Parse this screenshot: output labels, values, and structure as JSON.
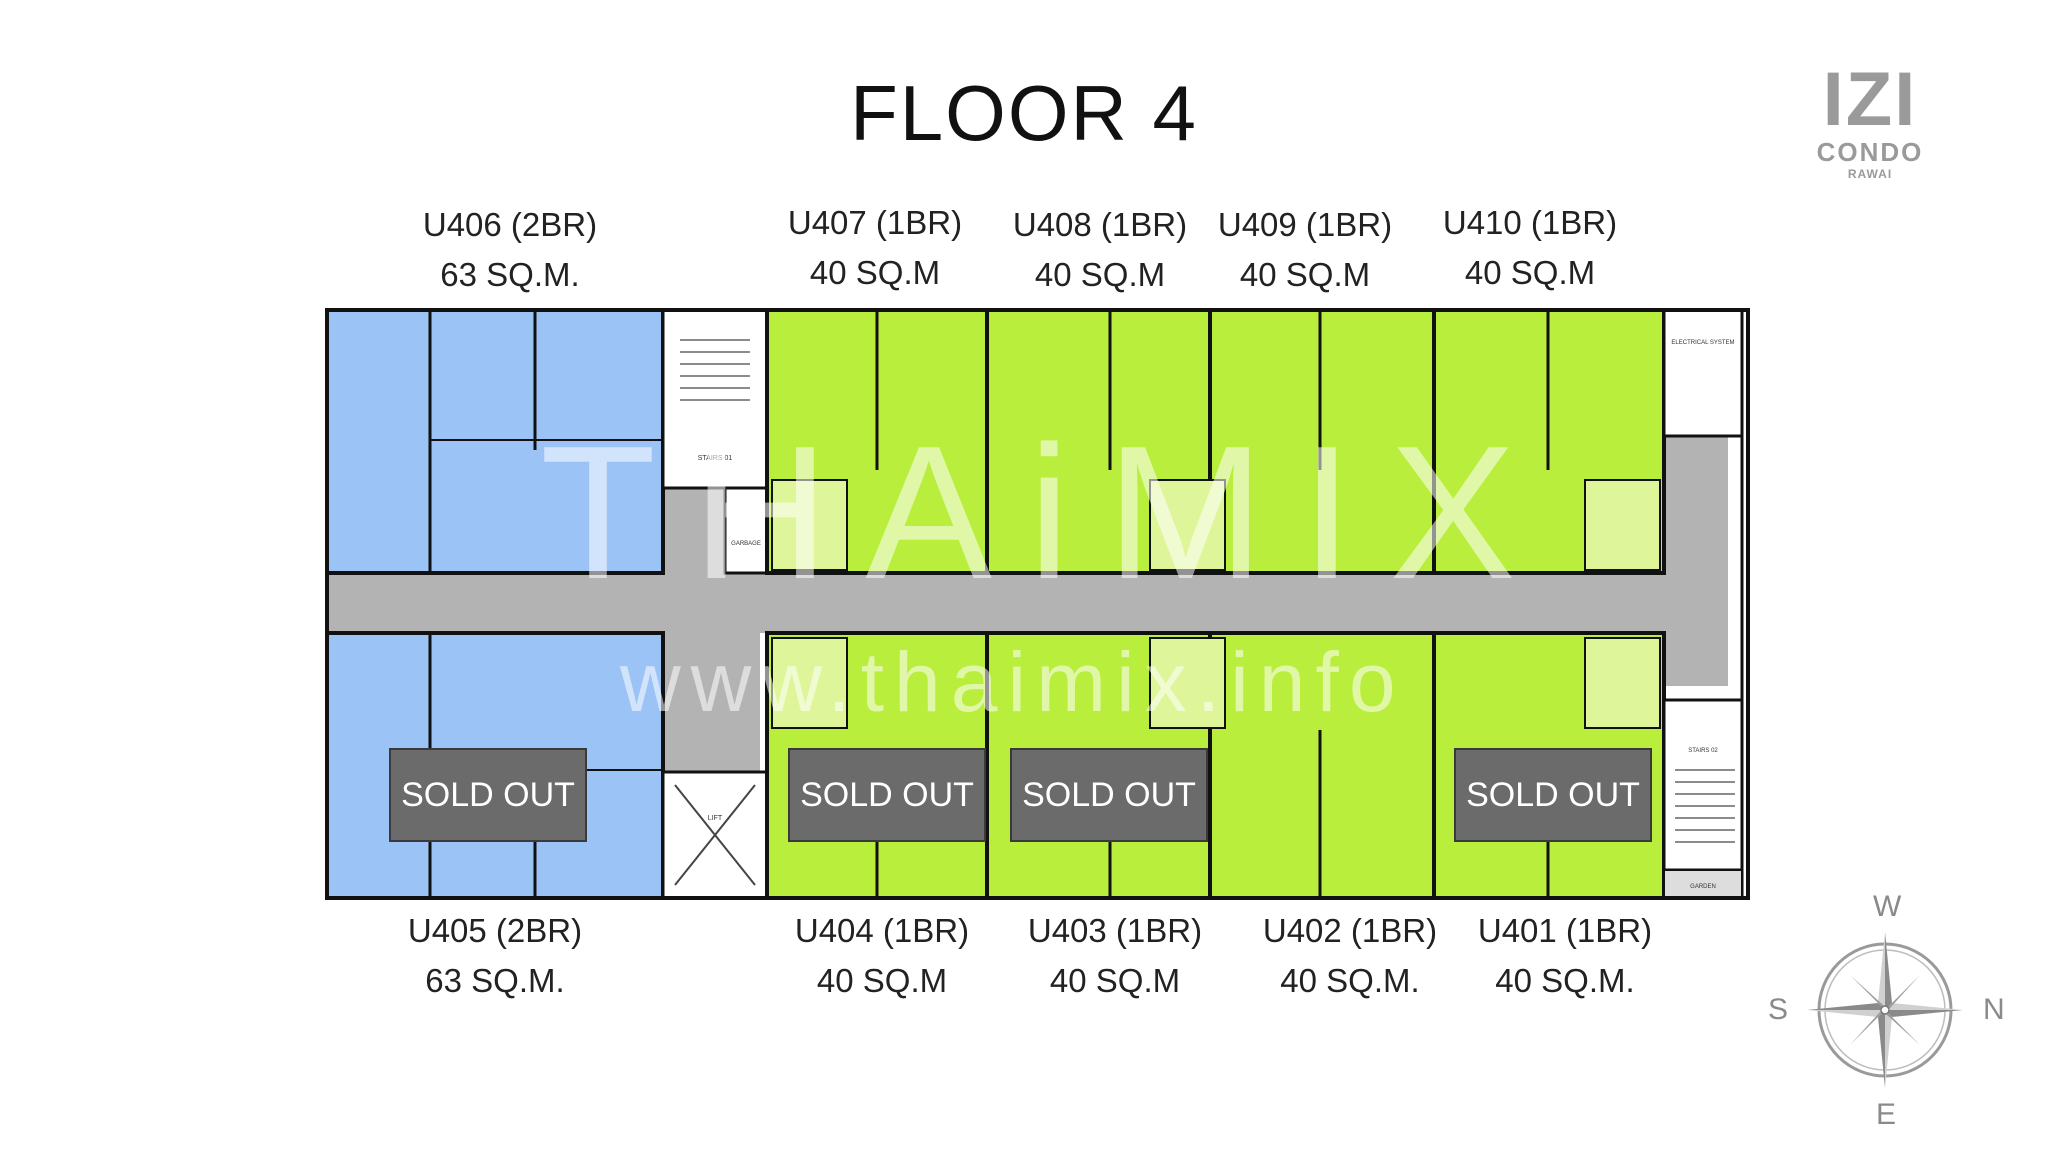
{
  "title": "FLOOR 4",
  "logo": {
    "line1": "IZI",
    "line2": "CONDO",
    "line3": "RAWAI"
  },
  "watermark": {
    "main": "THAiMIX",
    "url": "www.thaimix.info"
  },
  "units_top": [
    {
      "name": "U406 (2BR)",
      "area": "63 SQ.M."
    },
    {
      "name": "U407 (1BR)",
      "area": "40 SQ.M"
    },
    {
      "name": "U408 (1BR)",
      "area": "40 SQ.M"
    },
    {
      "name": "U409 (1BR)",
      "area": "40 SQ.M"
    },
    {
      "name": "U410 (1BR)",
      "area": "40 SQ.M"
    }
  ],
  "units_bottom": [
    {
      "name": "U405 (2BR)",
      "area": "63 SQ.M."
    },
    {
      "name": "U404 (1BR)",
      "area": "40 SQ.M"
    },
    {
      "name": "U403 (1BR)",
      "area": "40 SQ.M"
    },
    {
      "name": "U402 (1BR)",
      "area": "40 SQ.M."
    },
    {
      "name": "U401 (1BR)",
      "area": "40 SQ.M."
    }
  ],
  "sold_out_label": "SOLD OUT",
  "plan_labels": {
    "stairs_01": "STAIRS 01",
    "stairs_02": "STAIRS 02",
    "garbage": "GARBAGE",
    "electrical": "ELECTRICAL SYSTEM",
    "lift": "LIFT",
    "garden": "GARDEN"
  },
  "compass": {
    "w": "W",
    "n": "N",
    "e": "E",
    "s": "S"
  },
  "colors": {
    "two_bedroom": "#9cc3f5",
    "one_bedroom": "#b9ee3c",
    "corridor": "#b3b3b3",
    "wall": "#111111",
    "sold_out": "#6b6b6b"
  }
}
